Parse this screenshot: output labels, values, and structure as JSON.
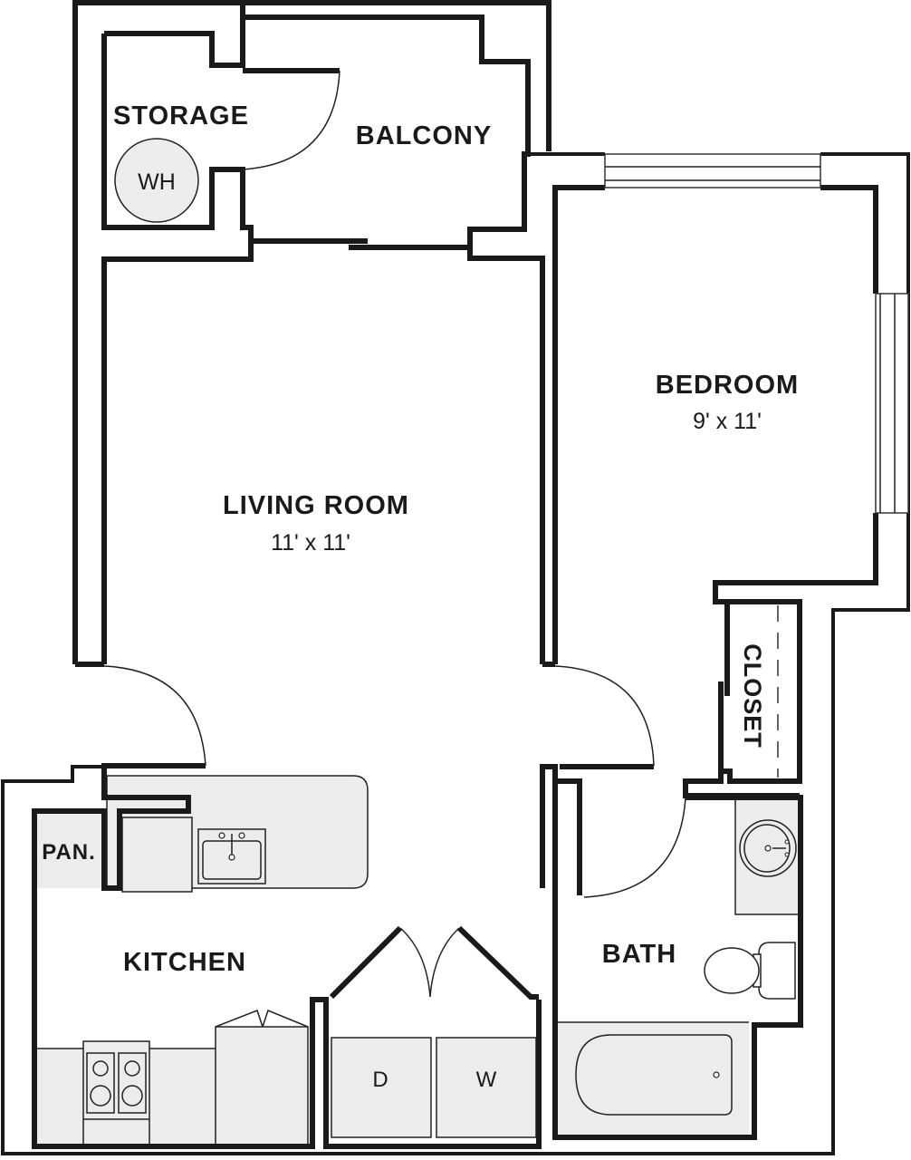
{
  "floorplan": {
    "rooms": {
      "storage": {
        "label": "STORAGE",
        "fixture": "WH"
      },
      "balcony": {
        "label": "BALCONY"
      },
      "bedroom": {
        "label": "BEDROOM",
        "dimensions": "9' x 11'"
      },
      "living_room": {
        "label": "LIVING ROOM",
        "dimensions": "11' x 11'"
      },
      "closet": {
        "label": "CLOSET"
      },
      "kitchen": {
        "label": "KITCHEN"
      },
      "pantry": {
        "label": "PAN."
      },
      "bath": {
        "label": "BATH"
      },
      "laundry": {
        "dryer": "D",
        "washer": "W"
      }
    },
    "colors": {
      "wall": "#1a1a1a",
      "fixture_fill": "#ececec",
      "background": "#ffffff"
    }
  }
}
